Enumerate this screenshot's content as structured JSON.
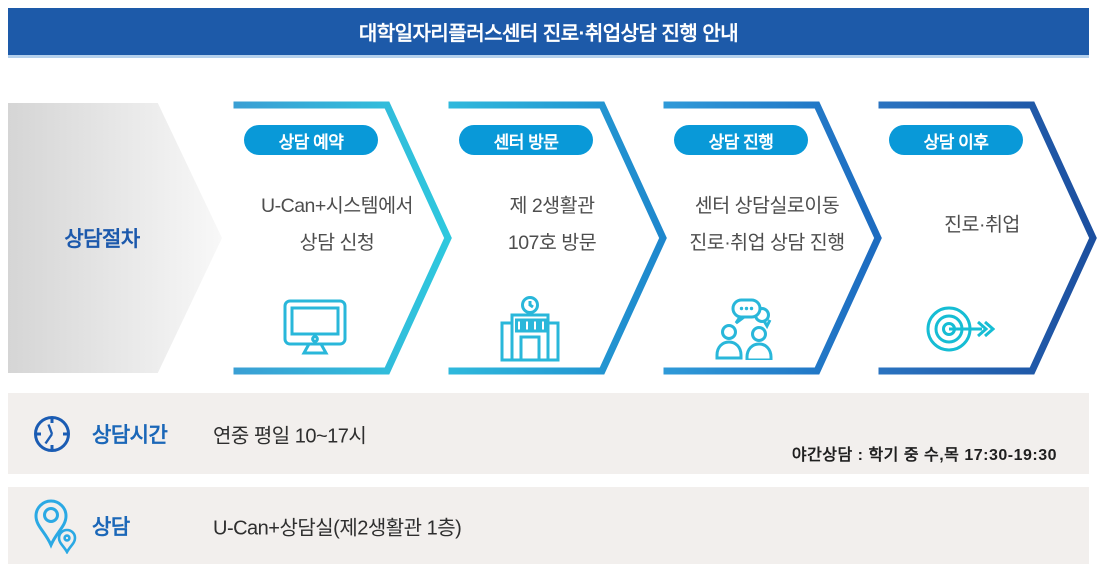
{
  "header": {
    "title": "대학일자리플러스센터 진로·취업상담 진행 안내"
  },
  "process": {
    "label": "상담절차",
    "steps": [
      {
        "pill": "상담 예약",
        "body": "U-Can+시스템에서\n상담 신청",
        "icon": "monitor-icon",
        "stroke_start": "#3a9fd4",
        "stroke_end": "#2ec8de"
      },
      {
        "pill": "센터 방문",
        "body": "제 2생활관\n107호 방문",
        "icon": "building-icon",
        "stroke_start": "#2fb9dc",
        "stroke_end": "#1e87cd"
      },
      {
        "pill": "상담 진행",
        "body": "센터 상담실로이동\n진로·취업 상담 진행",
        "icon": "people-chat-icon",
        "stroke_start": "#2f9ad8",
        "stroke_end": "#1d6bc0"
      },
      {
        "pill": "상담 이후",
        "body": "진로·취업",
        "icon": "target-arrow-icon",
        "stroke_start": "#2a73c0",
        "stroke_end": "#1c4f9f"
      }
    ]
  },
  "info_rows": [
    {
      "icon": "clock-icon",
      "label": "상담시간",
      "value": "연중 평일 10~17시",
      "note": "야간상담 : 학기 중 수,목 17:30-19:30"
    },
    {
      "icon": "location-pin-icon",
      "label": "상담",
      "value": "U-Can+상담실(제2생활관 1층)"
    }
  ],
  "colors": {
    "header_bg": "#1d5aa9",
    "pill_bg": "#0999d8",
    "step_icon": "#29b7da",
    "row_bg": "#f2efed",
    "row_label": "#1b67b8",
    "process_label": "#1c59ac",
    "clock_icon": "#1b5cb3",
    "pin_icon": "#2ba9e4"
  }
}
